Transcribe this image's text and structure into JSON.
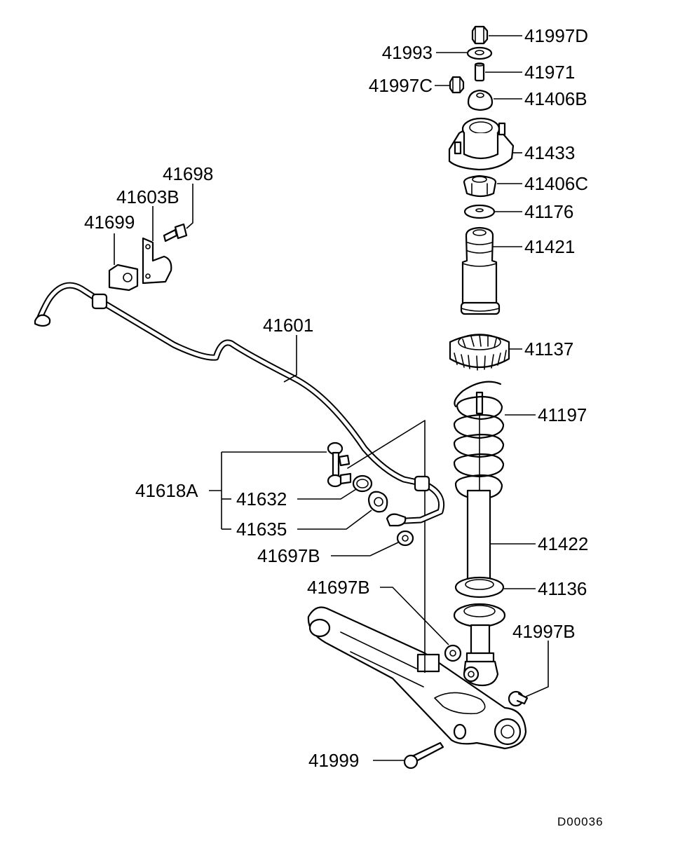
{
  "diagram_code": "D00036",
  "parts": {
    "p41997D": "41997D",
    "p41993": "41993",
    "p41971": "41971",
    "p41997C": "41997C",
    "p41406B": "41406B",
    "p41433": "41433",
    "p41406C": "41406C",
    "p41176": "41176",
    "p41421": "41421",
    "p41137": "41137",
    "p41197": "41197",
    "p41422": "41422",
    "p41136": "41136",
    "p41997B": "41997B",
    "p41698": "41698",
    "p41603B": "41603B",
    "p41699": "41699",
    "p41601": "41601",
    "p41618A": "41618A",
    "p41632": "41632",
    "p41635": "41635",
    "p41697B_a": "41697B",
    "p41697B_b": "41697B",
    "p41999": "41999"
  }
}
